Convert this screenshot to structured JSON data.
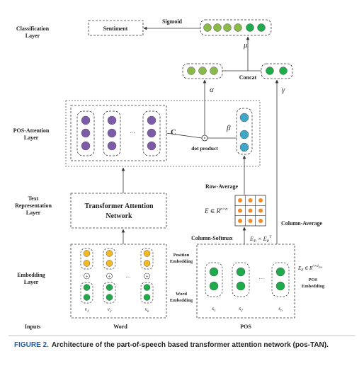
{
  "layers": {
    "classification": [
      "Classification",
      "Layer"
    ],
    "pos_attention": [
      "POS-Attention",
      "Layer"
    ],
    "text_representation": [
      "Text",
      "Representation",
      "Layer"
    ],
    "embedding": [
      "Embedding",
      "Layer"
    ],
    "inputs": "Inputs"
  },
  "nodes": {
    "sentiment": "Sentiment",
    "sigmoid": "Sigmoid",
    "mu": "μ",
    "concat": "Concat",
    "alpha": "α",
    "gamma": "γ",
    "beta": "β",
    "c_matrix": "C",
    "dot_product": "dot product",
    "ellipsis": "···",
    "transformer": [
      "Transformer Attention",
      "Network"
    ],
    "row_average": "Row-Average",
    "column_softmax": "Column-Softmax",
    "column_average": "Column-Average",
    "e_matrix": "E ∈ R",
    "e_matrix_sup": "n×n",
    "ep_prod": "E",
    "ep_prod_sub": "P",
    "ep_prod_mid": " × E",
    "ep_prod_sub2": "P",
    "ep_prod_sup": "T",
    "ep_def": "E",
    "ep_def_sub": "P",
    "ep_def_mid": " ∈ R",
    "ep_def_sup": "n×d",
    "ep_def_sup_sub": "pos",
    "position_embedding": [
      "Position",
      "Embedding"
    ],
    "word_embedding": [
      "Word",
      "Embedding"
    ],
    "pos_embedding": [
      "POS",
      "Embedding"
    ],
    "plus": "+"
  },
  "inputs": {
    "word": "Word",
    "pos": "POS",
    "words": [
      {
        "v": "v",
        "sub": "1"
      },
      {
        "v": "v",
        "sub": "2"
      },
      {
        "v": "v",
        "sub": "n"
      }
    ],
    "tags": [
      {
        "v": "s",
        "sub": "1"
      },
      {
        "v": "s",
        "sub": "2"
      },
      {
        "v": "s",
        "sub": "n"
      }
    ]
  },
  "caption": {
    "figure": "FIGURE 2.",
    "text": "Architecture of the part-of-speech based transformer attention network (pos-TAN)."
  },
  "colors": {
    "light_green": "#8cb94b",
    "green": "#1faa4b",
    "purple": "#7e5ba8",
    "teal": "#3fa6c7",
    "yellow": "#f5b820",
    "orange": "#f08a24",
    "border": "#333333",
    "caption_blue": "#1f5fa8"
  }
}
